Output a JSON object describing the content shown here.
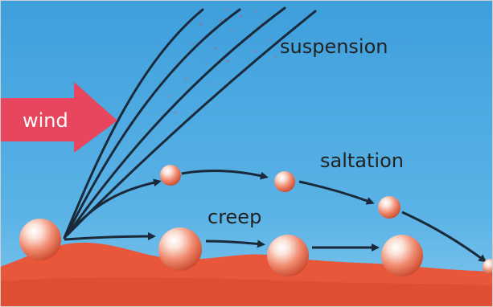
{
  "diagram": {
    "labels": {
      "wind": "wind",
      "suspension": "suspension",
      "saltation": "saltation",
      "creep": "creep"
    },
    "colors": {
      "sky": "#4aa7e0",
      "ground": "#e8573a",
      "wind_arrow": "#e8455e",
      "paths": "#1b2a3a",
      "grain": "#f08a6e"
    }
  }
}
